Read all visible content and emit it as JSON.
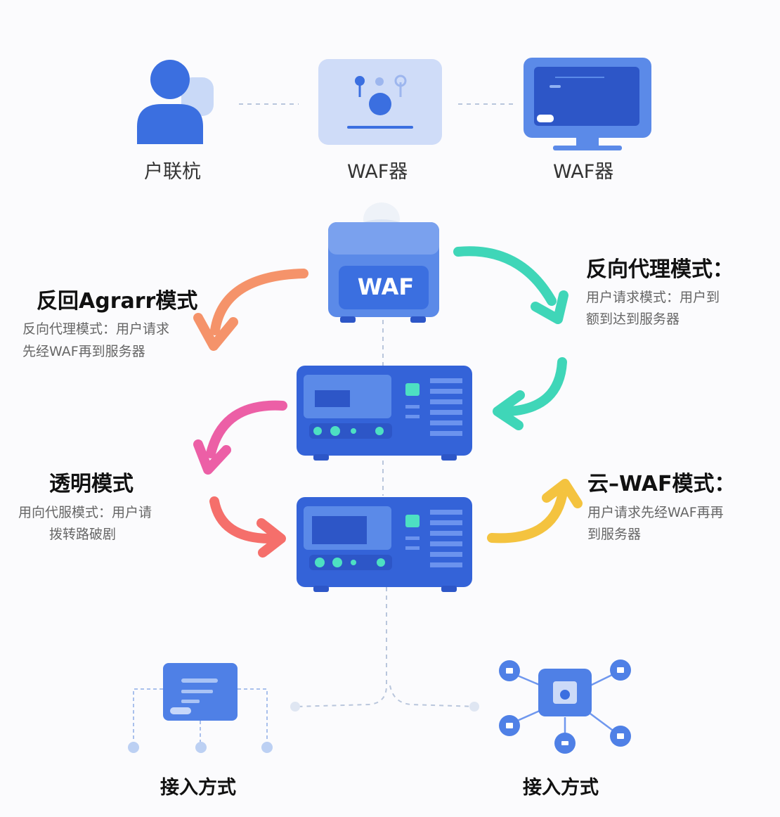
{
  "top_row": {
    "user_label": "户联杭",
    "waf_device_label": "WAF器",
    "monitor_label": "WAF器"
  },
  "center_device": {
    "text": "WAF"
  },
  "modes": {
    "left_top": {
      "title": "反回Agrarr模式",
      "desc_line1": "反向代理模式：用户请求",
      "desc_line2": "先经WAF再到服务器"
    },
    "right_top": {
      "title": "反向代理模式：",
      "desc_line1": "用户请求模式：用户到",
      "desc_line2": "额到达到服务器"
    },
    "left_mid": {
      "title": "透明模式",
      "desc_line1": "用向代服模式：用户请",
      "desc_line2": "拨转路破剧"
    },
    "right_mid": {
      "title": "云–WAF模式：",
      "desc_line1": "用户请求先经WAF再再",
      "desc_line2": "到服务器"
    }
  },
  "bottom_row": {
    "left_label": "接入方式",
    "right_label": "接入方式"
  },
  "colors": {
    "primary_blue": "#3b6fe0",
    "light_blue": "#cfdcf8",
    "orange_arrow": "#f5936a",
    "teal_arrow": "#3fd6b8",
    "pink_arrow": "#ec5fa6",
    "coral_arrow": "#f56f6b",
    "yellow_arrow": "#f4c33f"
  }
}
